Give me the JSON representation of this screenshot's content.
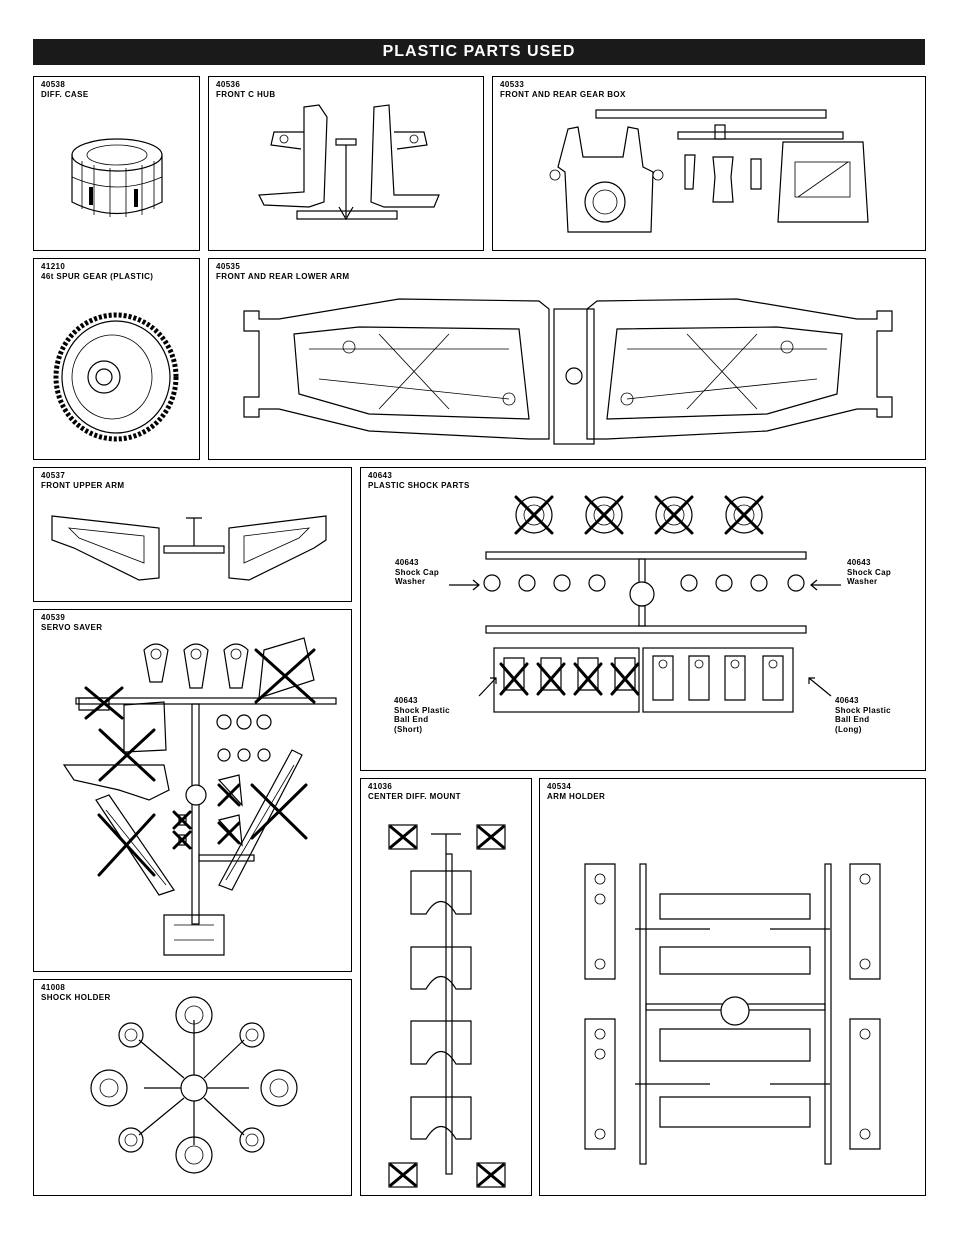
{
  "page": {
    "title": "PLASTIC PARTS USED"
  },
  "panels": {
    "diff_case": {
      "number": "40538",
      "name": "DIFF. CASE"
    },
    "front_c_hub": {
      "number": "40536",
      "name": "FRONT C HUB"
    },
    "gear_box": {
      "number": "40533",
      "name": "FRONT AND REAR GEAR BOX"
    },
    "spur_gear": {
      "number": "41210",
      "name": "46t SPUR GEAR (PLASTIC)"
    },
    "lower_arm": {
      "number": "40535",
      "name": "FRONT AND REAR LOWER ARM"
    },
    "upper_arm": {
      "number": "40537",
      "name": "FRONT UPPER ARM"
    },
    "shock_parts": {
      "number": "40643",
      "name": "PLASTIC SHOCK PARTS",
      "callouts": {
        "cap_left": {
          "number": "40643",
          "line1": "Shock Cap",
          "line2": "Washer"
        },
        "cap_right": {
          "number": "40643",
          "line1": "Shock Cap",
          "line2": "Washer"
        },
        "ball_short": {
          "number": "40643",
          "line1": "Shock Plastic",
          "line2": "Ball End",
          "line3": "(Short)"
        },
        "ball_long": {
          "number": "40643",
          "line1": "Shock Plastic",
          "line2": "Ball End",
          "line3": "(Long)"
        }
      }
    },
    "servo_saver": {
      "number": "40539",
      "name": "SERVO SAVER"
    },
    "center_diff_mount": {
      "number": "41036",
      "name": "CENTER DIFF. MOUNT"
    },
    "arm_holder": {
      "number": "40534",
      "name": "ARM HOLDER"
    },
    "shock_holder": {
      "number": "41008",
      "name": "SHOCK HOLDER"
    }
  }
}
